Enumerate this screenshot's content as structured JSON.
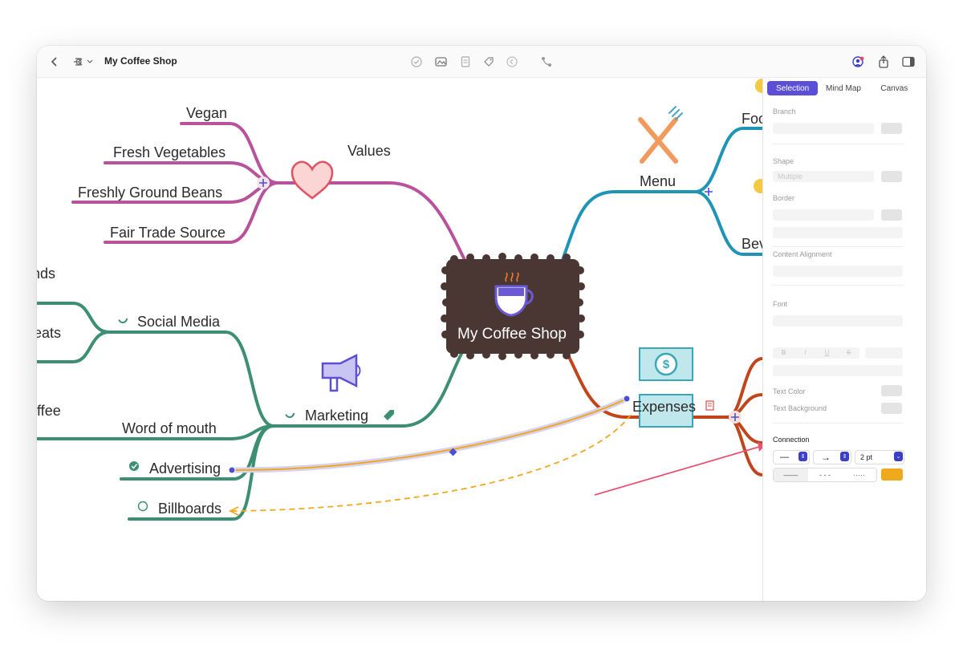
{
  "toolbar": {
    "back_icon": "chevron-left-icon",
    "doc_icon": "mindmap-icon",
    "title": "My Coffee Shop",
    "center_icons": [
      "checkmark-icon",
      "image-icon",
      "note-icon",
      "tag-icon",
      "link-icon",
      "connection-icon"
    ],
    "right_icons": [
      "collaborate-icon",
      "share-icon",
      "sidebar-icon"
    ]
  },
  "mindmap": {
    "root": "My Coffee Shop",
    "values": {
      "label": "Values",
      "children": [
        "Vegan",
        "Fresh Vegetables",
        "Freshly Ground Beans",
        "Fair Trade Source"
      ]
    },
    "menu": {
      "label": "Menu",
      "children_partial": [
        "Foo",
        "Bev"
      ]
    },
    "marketing": {
      "label": "Marketing",
      "children": [
        "Social Media",
        "Word of mouth",
        "Advertising",
        "Billboards"
      ],
      "offscreen": [
        "nds",
        "eats",
        "offee"
      ]
    },
    "expenses": {
      "label": "Expenses"
    }
  },
  "inspector": {
    "tabs": [
      "Selection",
      "Mind Map",
      "Canvas"
    ],
    "active_tab": "Selection",
    "branch_label": "Branch",
    "shape_label": "Shape",
    "shape_value": "Multiple",
    "border_label": "Border",
    "content_alignment_label": "Content Alignment",
    "font_label": "Font",
    "text_style_buttons": [
      "B",
      "I",
      "U",
      "S"
    ],
    "text_color_label": "Text Color",
    "text_background_label": "Text Background",
    "connection_label": "Connection",
    "connection_line_glyph": "—",
    "connection_arrow_glyph": "→",
    "connection_width": "2 pt",
    "connection_styles": [
      "——",
      "- - -",
      "·····"
    ],
    "connection_color": "#f0a81c"
  },
  "colors": {
    "values_branch": "#b8529b",
    "menu_branch": "#1f95b6",
    "marketing_branch": "#3c8f72",
    "expenses_branch": "#c1451c",
    "root_fill": "#4a3733",
    "connection": "#f0a81c",
    "accent": "#5b4fd6"
  }
}
